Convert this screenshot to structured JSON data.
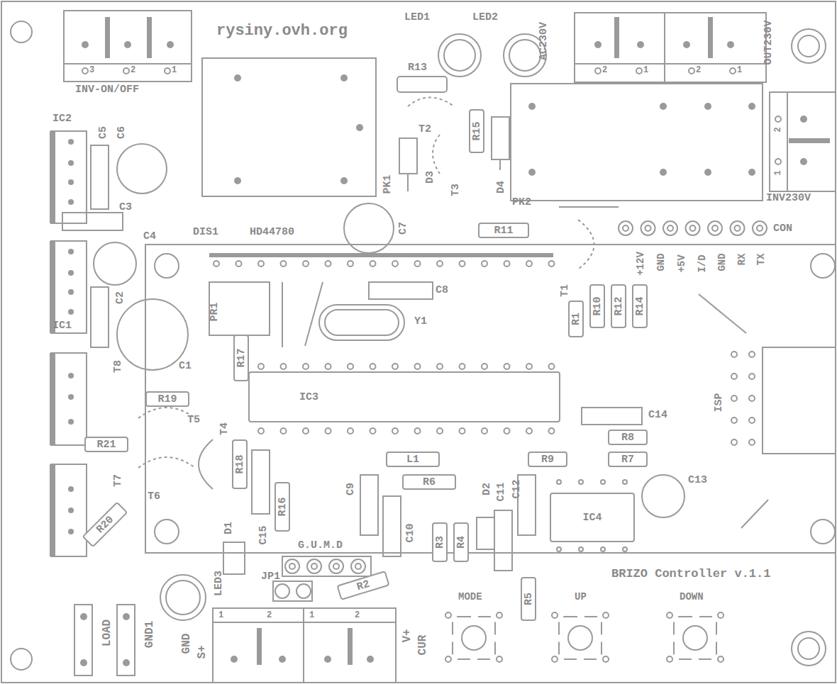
{
  "diagram": {
    "nodes": [
      {
        "text": [
          "R11"
        ]
      },
      {
        "text": [
          "R15"
        ]
      },
      {
        "text": [
          "R1"
        ]
      },
      {
        "text": [
          "R10"
        ]
      },
      {
        "text": [
          "R12"
        ]
      },
      {
        "text": [
          "R14"
        ]
      },
      {
        "text": [
          "R17"
        ]
      },
      {
        "text": [
          "IC3"
        ]
      },
      {
        "text": [
          "R19"
        ]
      },
      {
        "text": [
          "R21"
        ]
      },
      {
        "text": [
          "R18"
        ]
      },
      {
        "text": [
          "R16"
        ]
      },
      {
        "text": [
          "L1"
        ]
      },
      {
        "text": [
          "R6"
        ]
      },
      {
        "text": [
          "R9"
        ]
      },
      {
        "text": [
          "R8"
        ]
      },
      {
        "text": [
          "R7"
        ]
      },
      {
        "text": [
          "IC4"
        ]
      },
      {
        "text": [
          "R3"
        ]
      },
      {
        "text": [
          "R4"
        ]
      },
      {
        "text": [
          "R5"
        ]
      },
      {
        "text": [
          "R20"
        ]
      },
      {
        "text": [
          "R2"
        ]
      }
    ],
    "labels": [
      "rysiny.ovh.org",
      "3",
      "2",
      "1",
      "INV-ON/OFF",
      "LED1",
      "LED2",
      "AC230V",
      "2",
      "1",
      "2",
      "1",
      "OUT230V",
      "R13",
      "T2",
      "PK1",
      "D3",
      "T3",
      "D4",
      "PK2",
      "2",
      "1",
      "INV230V",
      "IC2",
      "C5",
      "C6",
      "C3",
      "C4",
      "C7",
      "CON",
      "+12V",
      "GND",
      "+5V",
      "I/D",
      "GND",
      "RX",
      "TX",
      "DIS1",
      "HD44780",
      "C2",
      "IC1",
      "C1",
      "PR1",
      "C8",
      "Y1",
      "T1",
      "ISP",
      "T8",
      "T5",
      "T4",
      "T7",
      "T6",
      "C15",
      "C9",
      "C10",
      "D2",
      "C11",
      "C12",
      "C14",
      "C13",
      "D1",
      "LED3",
      "JP1",
      "G.U.M.D",
      "BRIZO Controller v.1.1",
      "MODE",
      "UP",
      "DOWN",
      "LOAD",
      "GND1",
      "1",
      "2",
      "1",
      "2",
      "GND",
      "S+",
      "V+",
      "CUR"
    ]
  }
}
